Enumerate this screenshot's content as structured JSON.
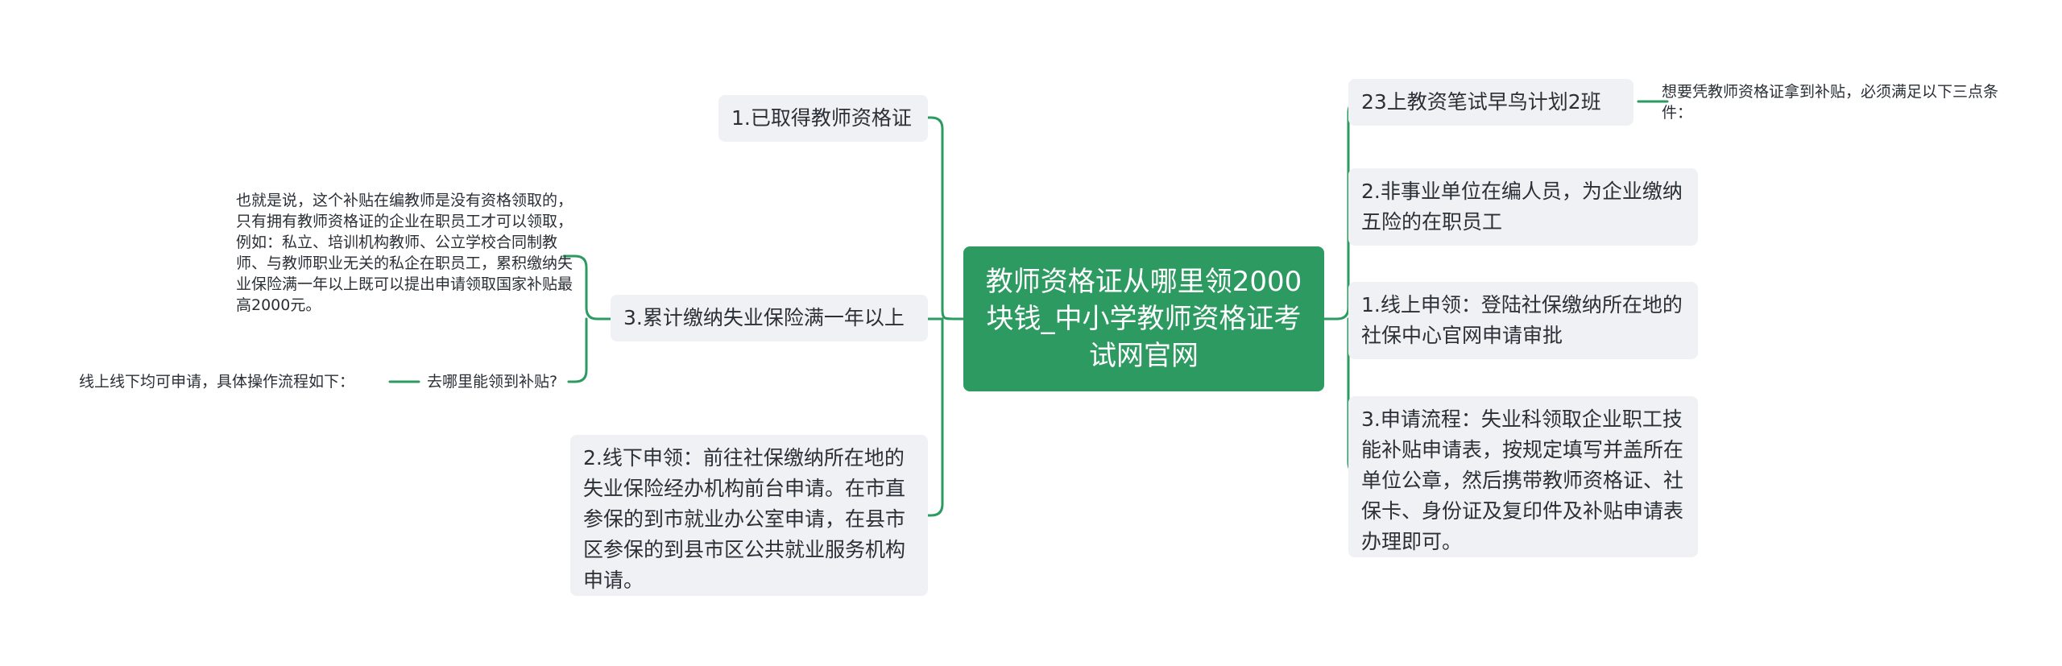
{
  "colors": {
    "accent": "#2d9a61",
    "line": "#2d9a61",
    "box_bg": "#eff1f4",
    "text": "#2b2f36"
  },
  "root": {
    "title": "教师资格证从哪里领2000块钱_中小学教师资格证考试网官网"
  },
  "left": {
    "n1": "1.已取得教师资格证",
    "n3": "3.累计缴纳失业保险满一年以上",
    "n3_note": "也就是说，这个补贴在编教师是没有资格领取的，只有拥有教师资格证的企业在职员工才可以领取，例如：私立、培训机构教师、公立学校合同制教师、与教师职业无关的私企在职员工，累积缴纳失业保险满一年以上既可以提出申请领取国家补贴最高2000元。",
    "where": "去哪里能领到补贴?",
    "where_note": "线上线下均可申请，具体操作流程如下：",
    "n2_offline": "2.线下申领：前往社保缴纳所在地的失业保险经办机构前台申请。在市直参保的到市就业办公室申请，在县市区参保的到县市区公共就业服务机构申请。"
  },
  "right": {
    "ad": "23上教资笔试早鸟计划2班",
    "ad_note": "想要凭教师资格证拿到补贴，必须满足以下三点条件：",
    "n2": "2.非事业单位在编人员，为企业缴纳五险的在职员工",
    "online": "1.线上申领：登陆社保缴纳所在地的社保中心官网申请审批",
    "process": "3.申请流程：失业科领取企业职工技能补贴申请表，按规定填写并盖所在单位公章，然后携带教师资格证、社保卡、身份证及复印件及补贴申请表办理即可。"
  }
}
